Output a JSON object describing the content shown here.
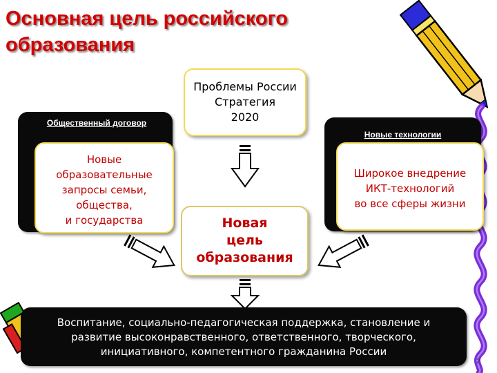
{
  "slide": {
    "title": "Основная цель российского образования",
    "page_number": "2"
  },
  "problems_box": {
    "lines": [
      "Проблемы России",
      "Стратегия",
      "2020"
    ]
  },
  "left_panel": {
    "label": "Общественный договор",
    "text_lines": [
      "Новые",
      "образовательные",
      "запросы семьи,",
      "общества,",
      "и государства"
    ]
  },
  "right_panel": {
    "label": "Новые технологии",
    "text_lines": [
      "Широкое внедрение",
      "ИКТ-технологий",
      "во все сферы жизни"
    ]
  },
  "goal_box": {
    "lines": [
      "Новая",
      "цель",
      "образования"
    ]
  },
  "bottom_box": {
    "lines": [
      "Воспитание, социально-педагогическая поддержка, становление и",
      "развитие высоконравственного, ответственного, творческого,",
      "инициативного, компетентного гражданина России"
    ]
  },
  "decorations": {
    "top_right": "pencil-icon",
    "bottom_left": "pencil-icon",
    "right_edge": "squiggle-ribbon-icon",
    "arrows": "block-arrow-icon"
  },
  "colors": {
    "title": "#d40000",
    "accent_text": "#c00000",
    "box_border": "#f2da54",
    "dark_panel": "#0a0a0a",
    "ribbon": "#7a2ed6"
  }
}
